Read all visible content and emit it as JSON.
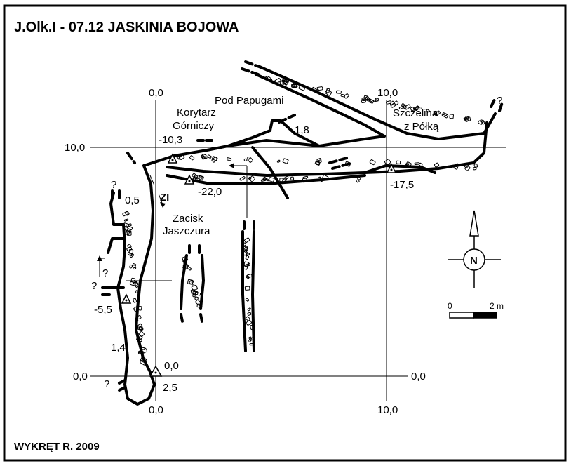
{
  "header": {
    "title": "J.Olk.I - 07.12  JASKINIA BOJOWA"
  },
  "footer": {
    "author": "WYKRĘT R.  2009"
  },
  "grid": {
    "top_x0": "0,0",
    "top_x10": "10,0",
    "bottom_x0": "0,0",
    "bottom_x10": "10,0",
    "left_y10": "10,0",
    "left_y0": "0,0",
    "right_y0": "0,0"
  },
  "names": {
    "pod_papugami": "Pod Papugami",
    "korytarz_1": "Korytarz",
    "korytarz_2": "Górniczy",
    "szczelina_1": "Szczelina",
    "szczelina_2": "z Półką",
    "zacisk_1": "Zacisk",
    "zacisk_2": "Jaszczura"
  },
  "depths": {
    "d_m10_3": "-10,3",
    "d_1_8": "1,8",
    "d_m22_0": "-22,0",
    "d_m17_5": "-17,5",
    "d_0_5": "0,5",
    "d_m5_5": "-5,5",
    "d_1_4": "1,4",
    "d_0_0": "0,0",
    "d_2_5": "2,5"
  },
  "marks": {
    "zi": "ZI",
    "q1": "?",
    "q2": "?",
    "q3": "?",
    "q4": "?",
    "q5": "?"
  },
  "compass": {
    "north": "N"
  },
  "scale": {
    "start": "0",
    "end": "2 m"
  },
  "colors": {
    "ink": "#000000",
    "paper": "#ffffff"
  }
}
